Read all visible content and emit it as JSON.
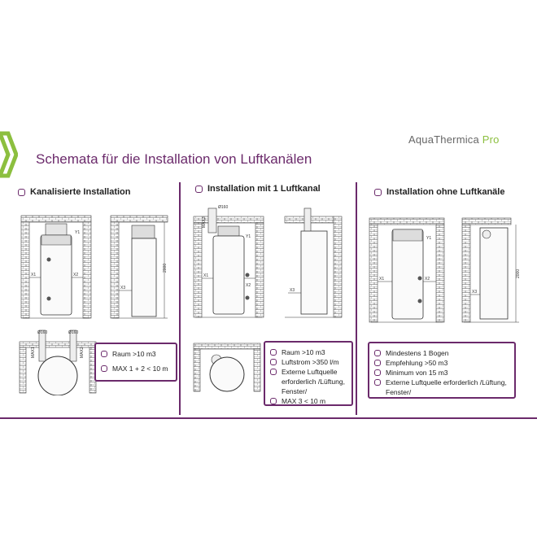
{
  "header": {
    "title": "Schemata für die Installation von Luftkanälen",
    "brand_main": "AquaThermica",
    "brand_suffix": "Pro"
  },
  "colors": {
    "accent": "#6b2a6b",
    "brand_green": "#8cbf3f"
  },
  "sections": [
    {
      "heading": "Kanalisierte Installation",
      "front_labels": [
        "X1",
        "X2",
        "Y1"
      ],
      "side_labels": [
        "X3",
        "2000"
      ],
      "top_labels": [
        "Ø160",
        "Ø160",
        "MAX1",
        "MAX2"
      ],
      "notes": [
        "Raum >10 m3",
        "MAX 1 + 2 < 10 m"
      ]
    },
    {
      "heading": "Installation mit 1 Luftkanal",
      "front_labels": [
        "X1",
        "X2",
        "Y1",
        "Ø160",
        "MAX3"
      ],
      "side_labels": [
        "X3"
      ],
      "notes": [
        "Raum >10 m3",
        "Luftstrom >350 l/m",
        "Externe Luftquelle erforderlich /Lüftung, Fenster/",
        "MAX 3 < 10 m"
      ]
    },
    {
      "heading": "Installation ohne Luftkanäle",
      "front_labels": [
        "X1",
        "X2",
        "Y1"
      ],
      "side_labels": [
        "X3",
        "2000"
      ],
      "notes": [
        "Mindestens 1 Bogen",
        "Empfehlung >50 m3",
        "Minimum von 15 m3",
        "Externe Luftquelle erforderlich /Lüftung, Fenster/"
      ]
    }
  ]
}
